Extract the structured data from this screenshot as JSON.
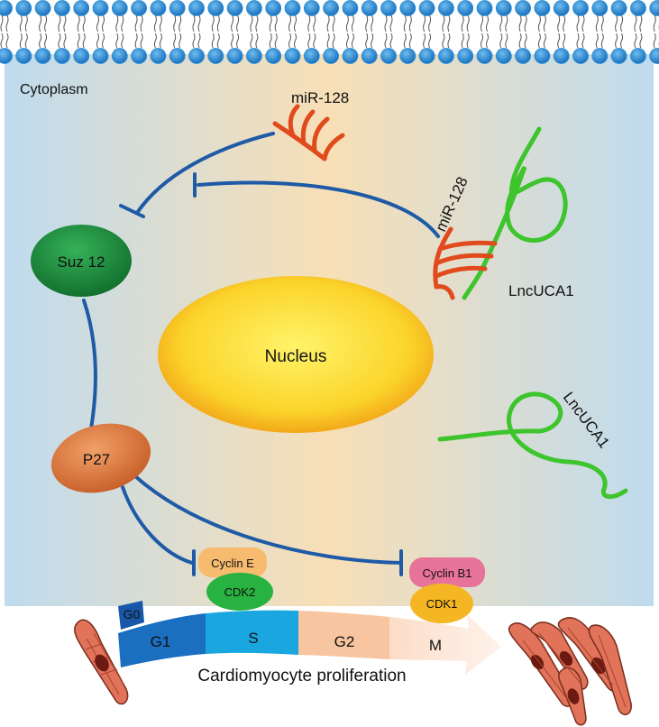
{
  "labels": {
    "cytoplasm": "Cytoplasm",
    "mir_top": "miR-128",
    "mir_bound": "miR-128",
    "lnc_bound": "LncUCA1",
    "lnc_free": "LncUCA1",
    "suz12": "Suz 12",
    "nucleus": "Nucleus",
    "p27": "P27",
    "cyclin_e": "Cyclin E",
    "cdk2": "CDK2",
    "cyclin_b1": "Cyclin B1",
    "cdk1": "CDK1",
    "phase_g0": "G0",
    "phase_g1": "G1",
    "phase_s": "S",
    "phase_g2": "G2",
    "phase_m": "M",
    "caption": "Cardiomyocyte proliferation"
  },
  "colors": {
    "membrane_head": "#2f8fd6",
    "membrane_tail": "#555555",
    "cell_bg_edge": "#bcd9ec",
    "cell_bg_center": "#f8dfb6",
    "inhibition_line": "#1f5aa6",
    "mirna": "#e04a1c",
    "lncrna": "#3ec42c",
    "suz12": "#1f8f3c",
    "nucleus": "#f5c21d",
    "p27": "#d9733a",
    "cyclin_e": "#f6bb6e",
    "cdk2": "#28b23f",
    "cyclin_b1": "#e7739a",
    "cdk1": "#f4b623",
    "phase_g0": "#1858a8",
    "phase_g1": "#1a6fc0",
    "phase_s": "#1aa7df",
    "phase_g2": "#f7c59f",
    "phase_m": "#fcdcc6",
    "cardiomyocyte": "#e0735a",
    "cardiomyocyte_nucleus": "#6b1b12"
  }
}
